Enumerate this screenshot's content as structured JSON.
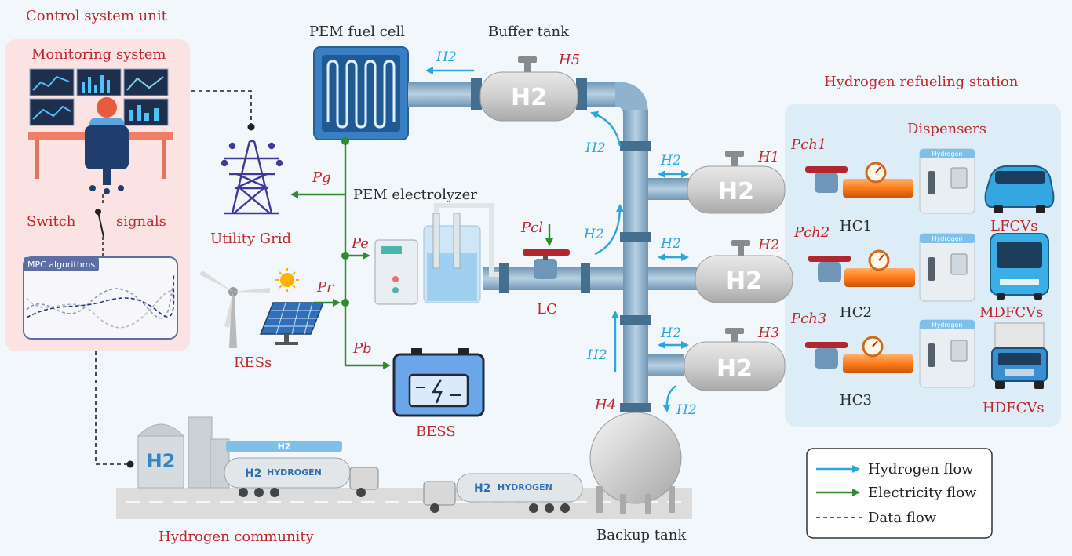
{
  "labels": {
    "control_system_unit": "Control system unit",
    "monitoring_system": "Monitoring system",
    "switch": "Switch",
    "signals": "signals",
    "mpc_algorithms": "MPC algorithms",
    "pem_fuel_cell": "PEM fuel cell",
    "buffer_tank": "Buffer tank",
    "utility_grid": "Utility Grid",
    "pem_electrolyzer": "PEM electrolyzer",
    "ress": "RESs",
    "bess": "BESS",
    "lc": "LC",
    "hydrogen_refueling_station": "Hydrogen refueling station",
    "dispensers": "Dispensers",
    "lfcvs": "LFCVs",
    "mdfcvs": "MDFCVs",
    "hdfcvs": "HDFCVs",
    "hydrogen_community": "Hydrogen community",
    "backup_tank": "Backup tank"
  },
  "symbols": {
    "h2": "H2",
    "h1": "H1",
    "h2_tank": "H2",
    "h3": "H3",
    "h4": "H4",
    "h5": "H5",
    "pg": "Pg",
    "pe": "Pe",
    "pr": "Pr",
    "pb": "Pb",
    "pcl": "Pcl",
    "pch1": "Pch1",
    "pch2": "Pch2",
    "pch3": "Pch3",
    "hc1": "HC1",
    "hc2": "HC2",
    "hc3": "HC3"
  },
  "tank_text": "H2",
  "truck_text": "HYDROGEN",
  "dispenser_text": "Hydrogen",
  "legend": {
    "hydrogen_flow": "Hydrogen flow",
    "electricity_flow": "Electricity flow",
    "data_flow": "Data flow"
  },
  "colors": {
    "hydrogen": "#2aa7de",
    "electricity": "#2e8b2e",
    "data": "#222222",
    "label_red": "#c0282e",
    "control_bg": "#fbe3e3",
    "station_bg": "#dcedf8",
    "pipe": "#8fb3cf"
  }
}
